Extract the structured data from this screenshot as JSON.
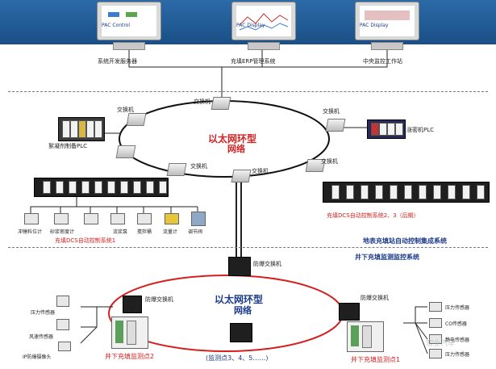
{
  "top": {
    "workstations": [
      {
        "screen_text": "PAC Control",
        "label": "系统开发服务器"
      },
      {
        "screen_text": "PAC Display",
        "label": "充填ERP管理系统"
      },
      {
        "screen_text": "PAC Display",
        "label": "中央监控工作站"
      }
    ]
  },
  "upper_ring": {
    "title": "以太网环型",
    "title2": "网络",
    "switch_label": "交换机",
    "plc_left": "絮凝剂制备PLC",
    "plc_right": "涨密机PLC",
    "dcs_left": "充填DCS自动控制系统1",
    "dcs_right": "充填DCS自动控制系统2、3（后期）",
    "instruments": [
      "冲锤料位计",
      "砂浆密度计",
      "流浆泵",
      "搅拌桶",
      "流量计",
      "调节阀"
    ]
  },
  "section_labels": {
    "surface": "地表充填站自动控制集成系统",
    "underground": "井下充填监测监控系统"
  },
  "lower_ring": {
    "title": "以太网环型",
    "title2": "网络",
    "explosion_switch": "防爆交换机",
    "point2": "井下充填监测点2",
    "point1": "井下充填监测点1",
    "points_more": "(监测点3、4、5……)",
    "left_sensors": [
      "压力传感器",
      "风速传感器",
      "IP防爆摄像头"
    ],
    "right_sensors": [
      "压力传感器",
      "CO传感器",
      "静电传感器",
      "压力传感器"
    ],
    "watermark": "宏业汽车"
  },
  "colors": {
    "accent_red": "#d42020",
    "ring_upper": "#111111",
    "ring_lower": "#d42020",
    "band": "#1f5a96"
  }
}
